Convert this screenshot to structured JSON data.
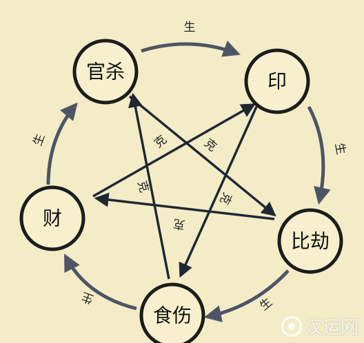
{
  "nodes": {
    "guansha": "官杀",
    "yin": "印",
    "bijie": "比劫",
    "shishang": "食伤",
    "cai": "财"
  },
  "labels": {
    "sheng": "生",
    "ke": "克"
  },
  "watermark": {
    "text": "汉运网"
  },
  "colors": {
    "background": "#f4ecc7",
    "node_stroke": "#1c1c1c",
    "cycle_arrow": "#4d5565",
    "star_arrow": "#1f2733"
  }
}
